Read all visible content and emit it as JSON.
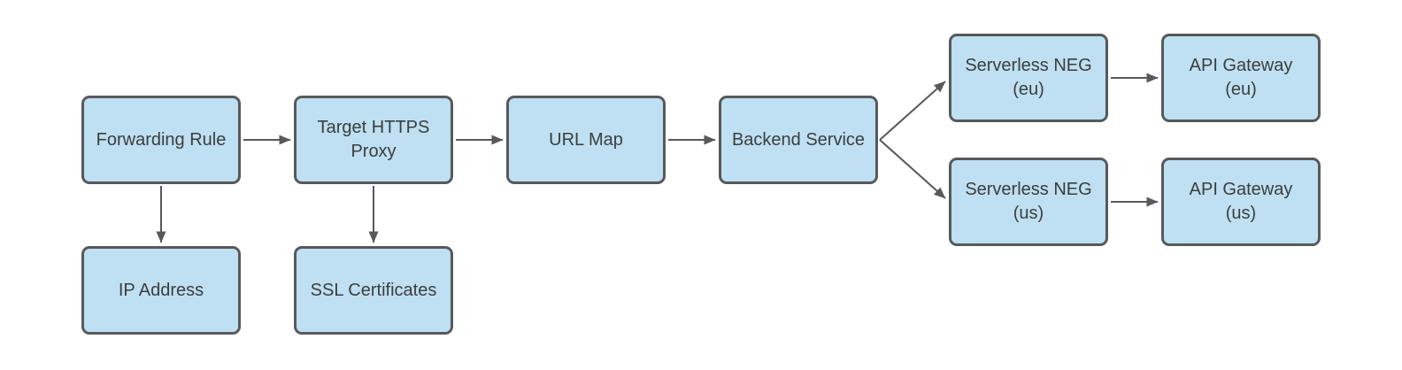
{
  "theme": {
    "canvas_bg": "#ffffff",
    "node_fill": "#bee0f2",
    "node_border": "#58595b",
    "node_text": "#3d3d3d",
    "connector_color": "#58595b"
  },
  "nodes": {
    "forwarding_rule": {
      "line1": "Forwarding Rule"
    },
    "target_https_proxy": {
      "line1": "Target HTTPS",
      "line2": "Proxy"
    },
    "url_map": {
      "line1": "URL Map"
    },
    "backend_service": {
      "line1": "Backend Service"
    },
    "serverless_neg_eu": {
      "line1": "Serverless NEG",
      "line2": "(eu)"
    },
    "api_gateway_eu": {
      "line1": "API Gateway",
      "line2": "(eu)"
    },
    "serverless_neg_us": {
      "line1": "Serverless NEG",
      "line2": "(us)"
    },
    "api_gateway_us": {
      "line1": "API Gateway",
      "line2": "(us)"
    },
    "ip_address": {
      "line1": "IP Address"
    },
    "ssl_certificates": {
      "line1": "SSL Certificates"
    }
  },
  "edges": [
    {
      "from": "forwarding_rule",
      "to": "target_https_proxy"
    },
    {
      "from": "target_https_proxy",
      "to": "url_map"
    },
    {
      "from": "url_map",
      "to": "backend_service"
    },
    {
      "from": "backend_service",
      "to": "serverless_neg_eu"
    },
    {
      "from": "backend_service",
      "to": "serverless_neg_us"
    },
    {
      "from": "serverless_neg_eu",
      "to": "api_gateway_eu"
    },
    {
      "from": "serverless_neg_us",
      "to": "api_gateway_us"
    },
    {
      "from": "forwarding_rule",
      "to": "ip_address"
    },
    {
      "from": "target_https_proxy",
      "to": "ssl_certificates"
    }
  ]
}
